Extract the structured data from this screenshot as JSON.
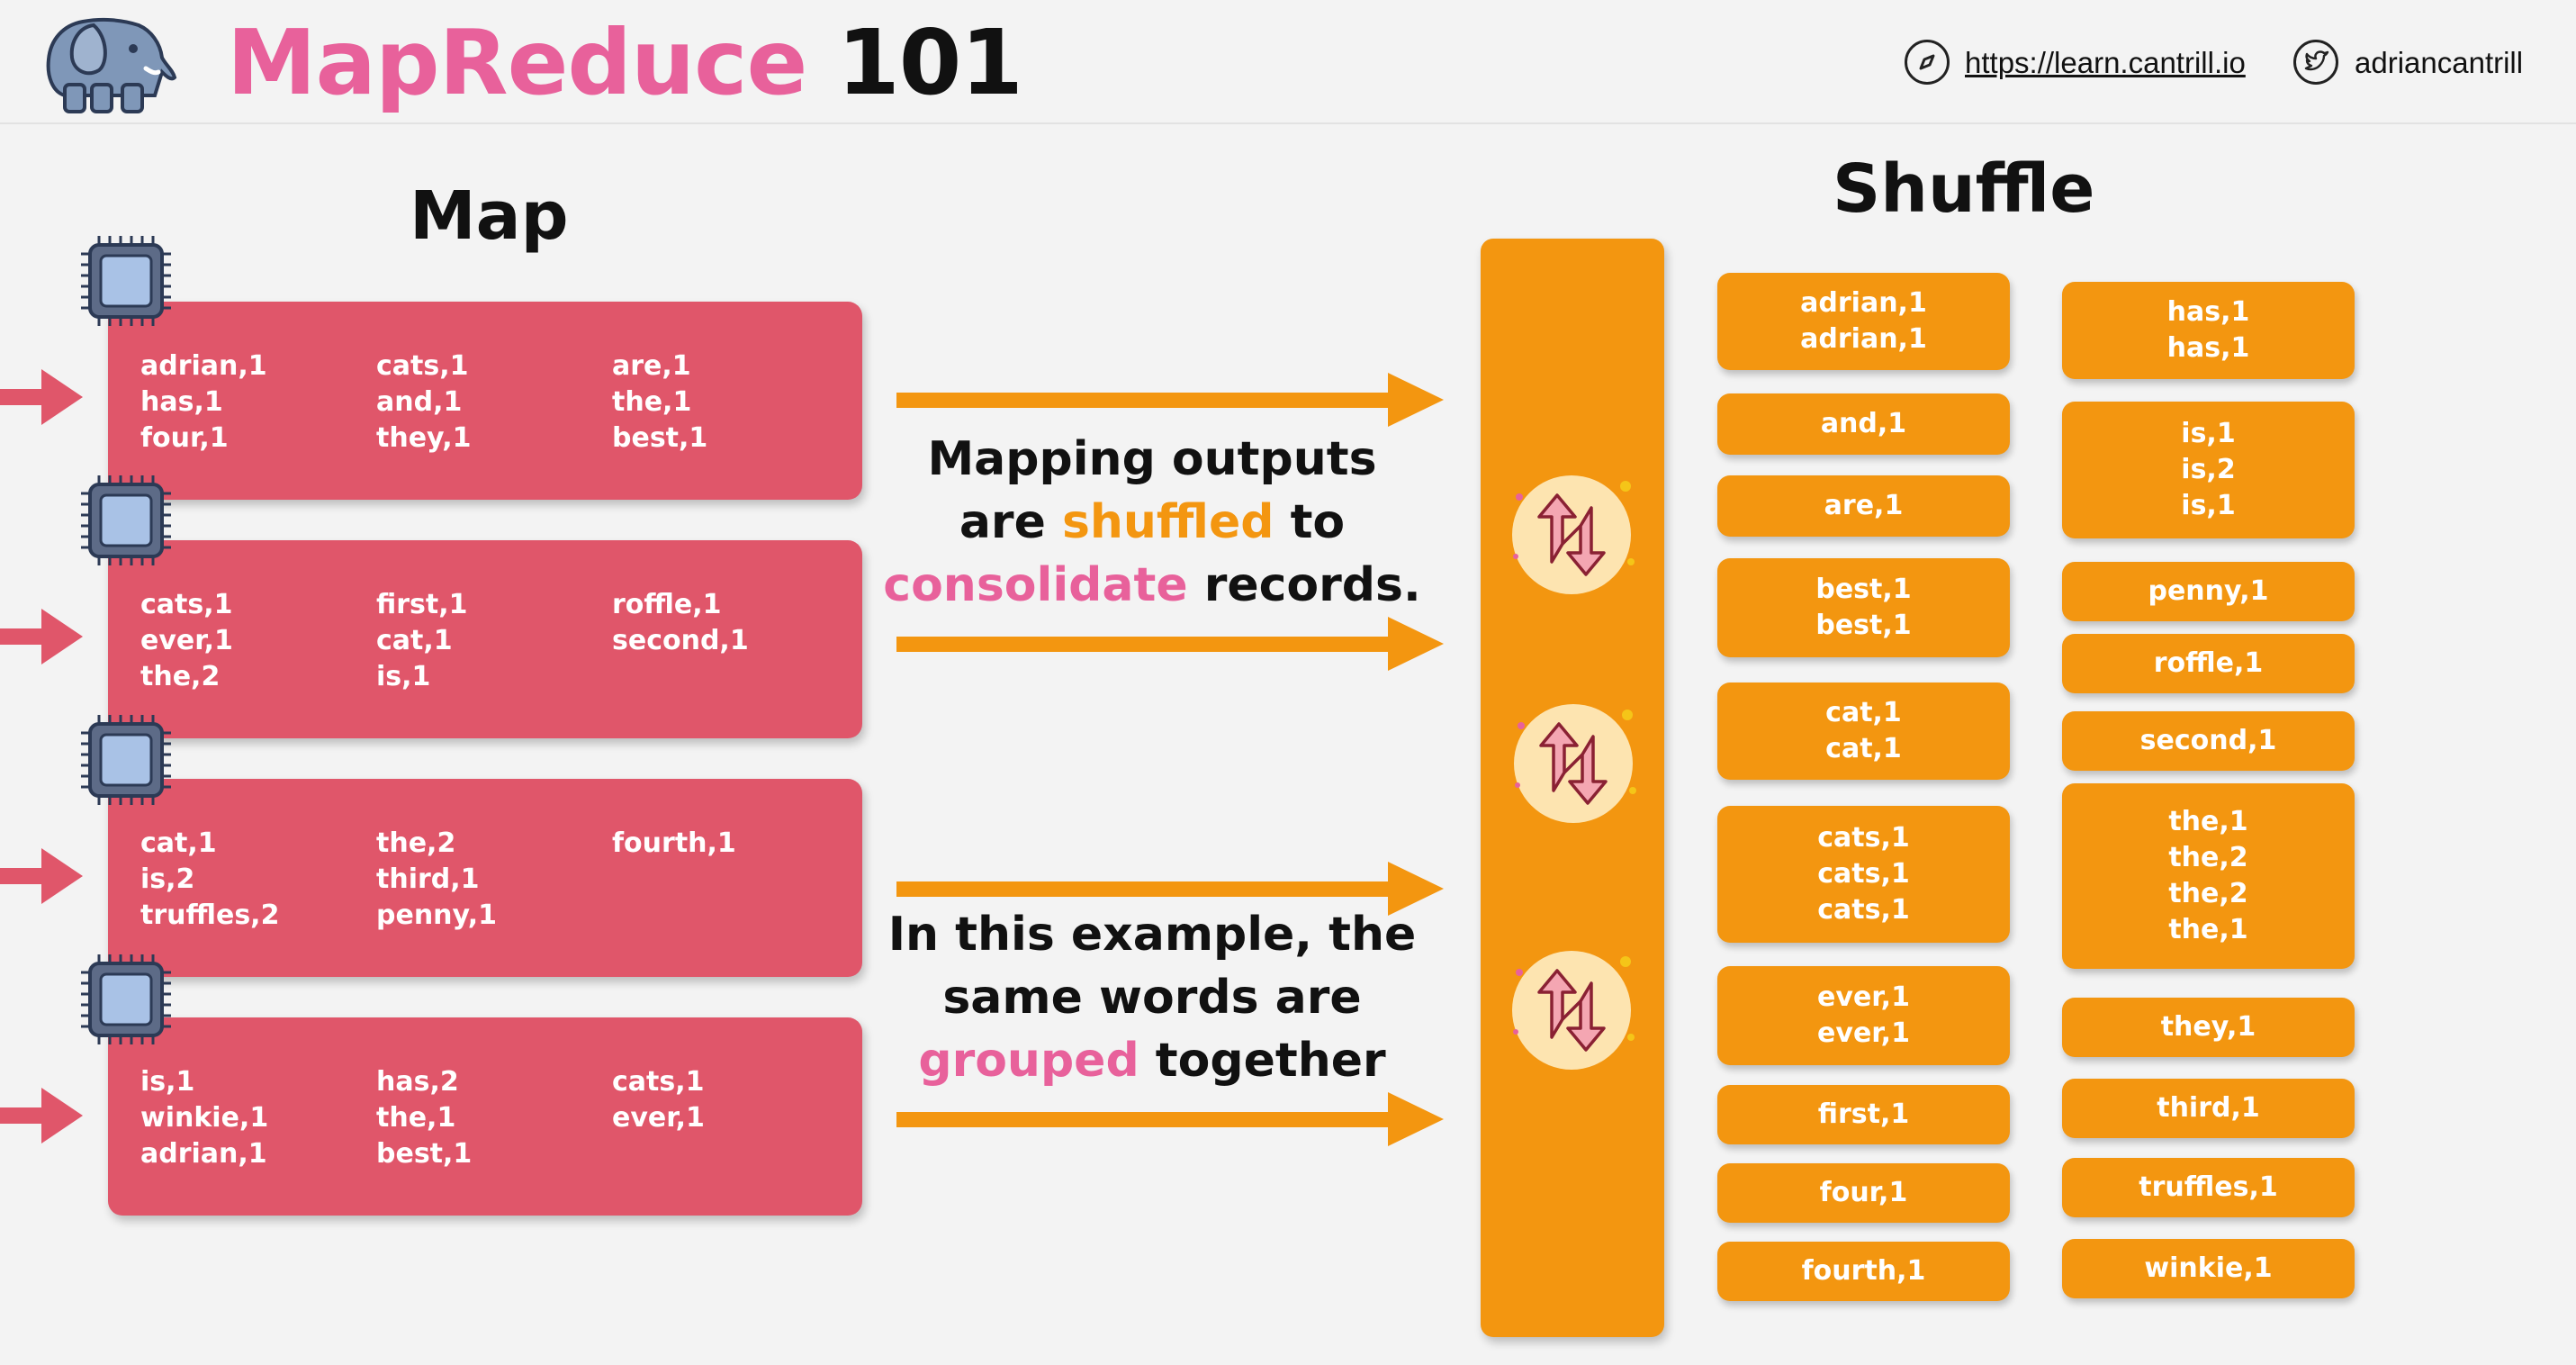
{
  "header": {
    "title_part1": "MapReduce",
    "title_part2": "101",
    "site_url": "https://learn.cantrill.io",
    "twitter_handle": "adriancantrill"
  },
  "map": {
    "title": "Map",
    "mappers": [
      {
        "cols": [
          "adrian,1\nhas,1\nfour,1",
          "cats,1\nand,1\nthey,1",
          "are,1\nthe,1\nbest,1"
        ]
      },
      {
        "cols": [
          "cats,1\never,1\nthe,2",
          "first,1\ncat,1\nis,1",
          "roffle,1\nsecond,1"
        ]
      },
      {
        "cols": [
          "cat,1\nis,2\ntruffles,2",
          "the,2\nthird,1\npenny,1",
          "fourth,1"
        ]
      },
      {
        "cols": [
          "is,1\nwinkie,1\nadrian,1",
          "has,2\nthe,1\nbest,1",
          "cats,1\never,1"
        ]
      }
    ]
  },
  "captions": {
    "top": {
      "l1": "Mapping outputs",
      "l2a": "are ",
      "l2b": "shuffled",
      "l2c": " to",
      "l3a": "consolidate",
      "l3b": " records."
    },
    "bottom": {
      "l1": "In this example, the",
      "l2": "same words are",
      "l3a": "grouped",
      "l3b": " together"
    }
  },
  "shuffle": {
    "title": "Shuffle",
    "col1": [
      "adrian,1\nadrian,1",
      "and,1",
      "are,1",
      "best,1\nbest,1",
      "cat,1\ncat,1",
      "cats,1\ncats,1\ncats,1",
      "ever,1\never,1",
      "first,1",
      "four,1",
      "fourth,1"
    ],
    "col2": [
      "has,1\nhas,1",
      "is,1\nis,2\nis,1",
      "penny,1",
      "roffle,1",
      "second,1",
      "the,1\nthe,2\nthe,2\nthe,1",
      "they,1",
      "third,1",
      "truffles,1",
      "winkie,1"
    ]
  },
  "colors": {
    "pink": "#e8619b",
    "mapper_red": "#e0566a",
    "orange": "#f39610",
    "arrow_pink": "#e0566a"
  },
  "icons": [
    "elephant-logo-icon",
    "compass-icon",
    "twitter-bird-icon",
    "cpu-chip-icon",
    "arrow-right-icon",
    "shuffle-icon"
  ]
}
